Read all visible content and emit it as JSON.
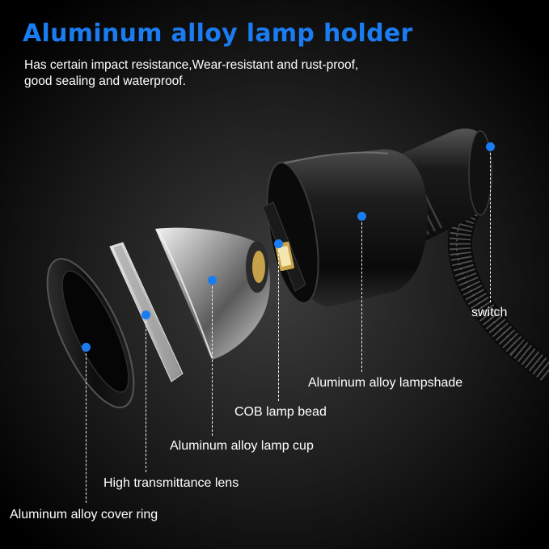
{
  "title": "Aluminum alloy lamp holder",
  "subtitle_line1": "Has certain impact resistance,Wear-resistant and rust-proof,",
  "subtitle_line2": "good sealing and waterproof.",
  "colors": {
    "title": "#1a7cf0",
    "text": "#ffffff",
    "marker": "#1a7cf0",
    "background_center": "#3c3c3c",
    "background_edge": "#000000"
  },
  "callouts": {
    "switch": "switch",
    "lampshade": "Aluminum alloy lampshade",
    "lamp_bead": "COB lamp bead",
    "lamp_cup": "Aluminum alloy lamp cup",
    "lens": "High transmittance lens",
    "cover_ring": "Aluminum alloy cover ring"
  }
}
